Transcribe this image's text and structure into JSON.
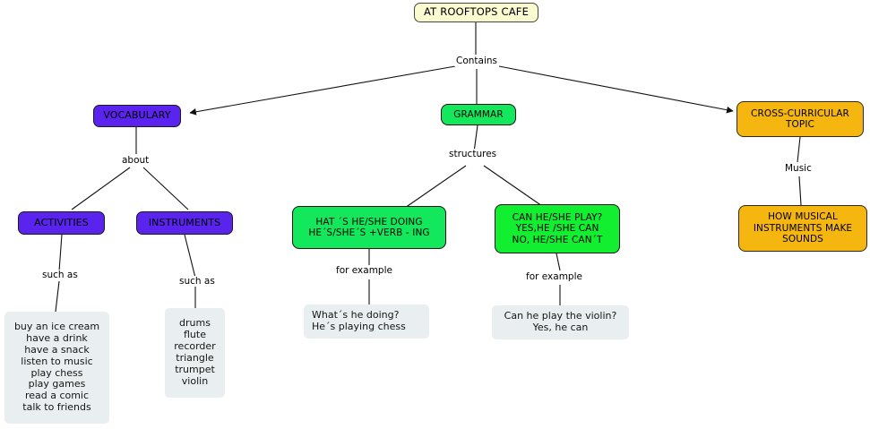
{
  "map": {
    "title": "AT ROOFTOPS CAFE",
    "colors": {
      "title_fill": "#fbfbd2",
      "purple": "#5a23ee",
      "green": "#13e85c",
      "green_bright": "#12ee30",
      "orange": "#f5b610",
      "pale": "#e9eff0",
      "line": "#111111",
      "background": "#ffffff"
    }
  },
  "nodes": {
    "root": "AT ROOFTOPS CAFE",
    "vocabulary": "VOCABULARY",
    "grammar": "GRAMMAR",
    "cross_curricular": "CROSS-CURRICULAR\nTOPIC",
    "activities": "ACTIVITIES",
    "instruments": "INSTRUMENTS",
    "structure_one": "HAT ´S HE/SHE DOING\nHE´S/SHE´S +VERB - ING",
    "structure_two": "CAN HE/SHE PLAY?\nYES,HE /SHE CAN\nNO, HE/SHE CAN´T",
    "music_topic": "HOW MUSICAL\nINSTRUMENTS MAKE\nSOUNDS",
    "activities_list": "buy an ice cream\nhave a drink\nhave a snack\nlisten to music\nplay chess\nplay games\nread a comic\ntalk to friends",
    "instruments_list": "drums\nflute\nrecorder\ntriangle\ntrumpet\nviolin",
    "example_one": "What´s he doing?\nHe´s playing chess",
    "example_two": "Can he play the violin?\nYes, he can"
  },
  "edge_labels": {
    "contains": "Contains",
    "about": "about",
    "structures": "structures",
    "such_as_activities": "such as",
    "such_as_instruments": "such as",
    "for_example_one": "for example",
    "for_example_two": "for example",
    "music": "Music"
  }
}
